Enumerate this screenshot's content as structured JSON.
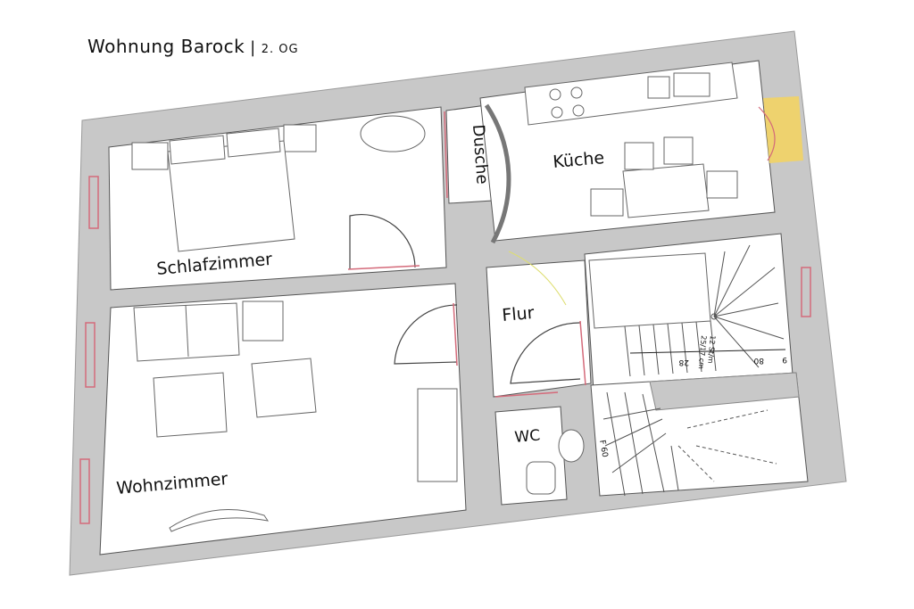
{
  "title": {
    "name": "Wohnung Barock",
    "separator": "|",
    "floor": "2. OG"
  },
  "rooms": {
    "schlafzimmer": "Schlafzimmer",
    "wohnzimmer": "Wohnzimmer",
    "dusche": "Dusche",
    "kueche": "Küche",
    "flur": "Flur",
    "wc": "WC"
  },
  "stair_labels": {
    "rise": "12 St/m",
    "step": "25/17 cm",
    "count": "28",
    "width": "80",
    "small": "9",
    "door": "F 60"
  },
  "colors": {
    "wall": "#c8c8c8",
    "outline": "#333333",
    "door_frame": "#d46a7a",
    "window_highlight": "#f4d35e"
  }
}
